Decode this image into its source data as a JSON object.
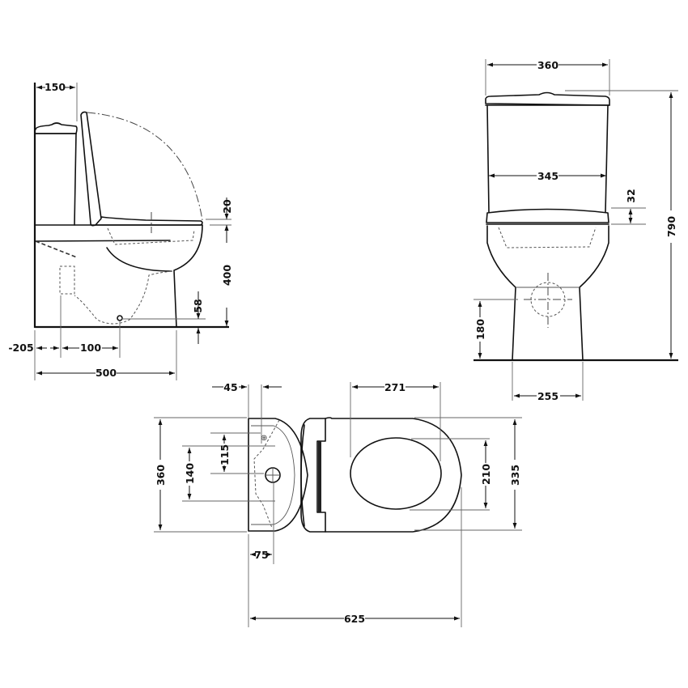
{
  "drawing": {
    "title": "Close-coupled toilet dimension drawing",
    "units": "mm",
    "side_view": {
      "dimensions": {
        "tank_depth": "150",
        "seat_thickness": "20",
        "seat_height": "400",
        "outlet_height": "58",
        "wall_to_outlet_offset": "-205",
        "outlet_to_center": "100",
        "overall_depth": "500"
      }
    },
    "front_view": {
      "dimensions": {
        "tank_width": "360",
        "tank_inner_width": "345",
        "lid_thickness": "32",
        "overall_height": "790",
        "outlet_center_height": "180",
        "base_width": "255"
      }
    },
    "top_view": {
      "dimensions": {
        "tank_inlet_offset": "45",
        "inlet_spacing_a": "115",
        "inlet_spacing_b": "140",
        "tank_width": "360",
        "outlet_from_back": "75",
        "seat_opening_length": "271",
        "seat_opening_width": "210",
        "seat_width": "335",
        "overall_length": "625"
      }
    }
  }
}
